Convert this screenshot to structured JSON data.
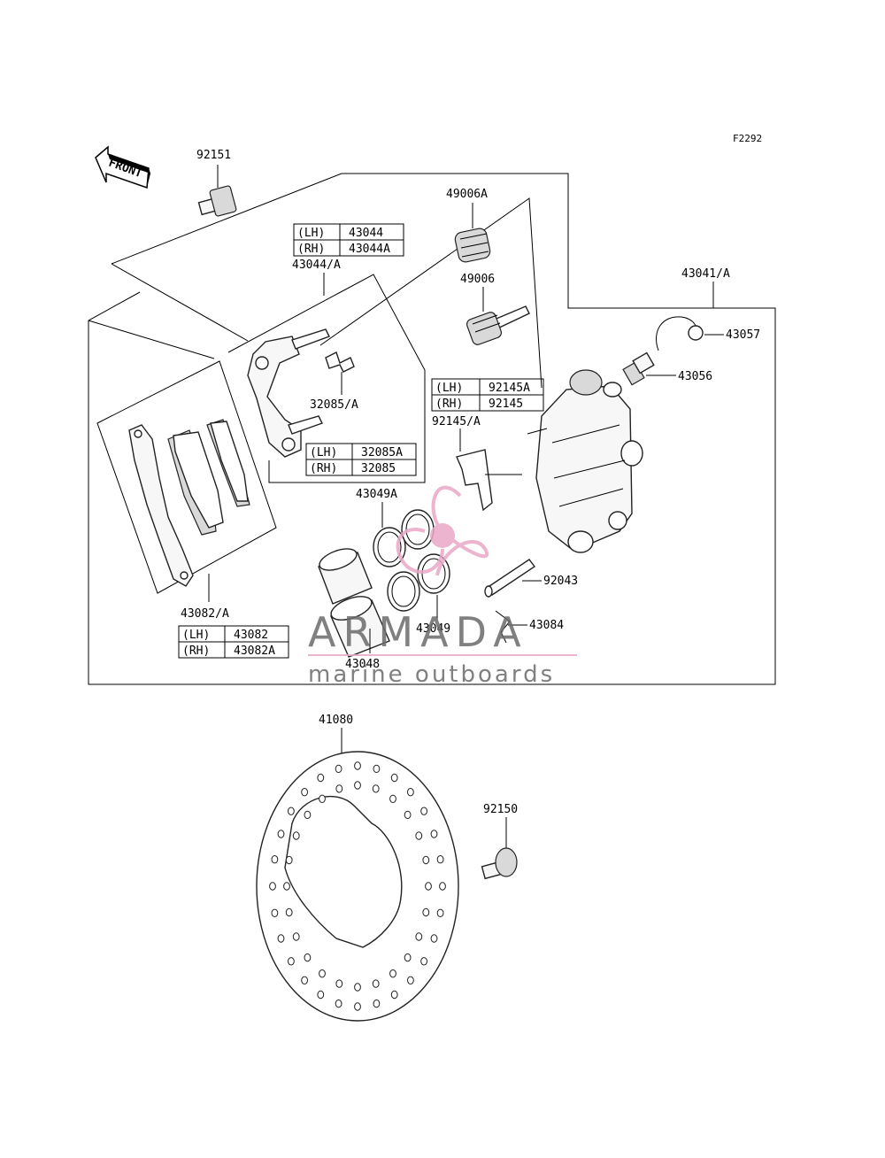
{
  "figure_ref": "F2292",
  "front_label": "FRONT",
  "parts": {
    "p92151": "92151",
    "p49006A": "49006A",
    "p49006": "49006",
    "p43044A": "43044/A",
    "p43041A": "43041/A",
    "p43057": "43057",
    "p43056": "43056",
    "p32085A": "32085/A",
    "p92145A": "92145/A",
    "p43049A": "43049A",
    "p92043": "92043",
    "p43084": "43084",
    "p43049": "43049",
    "p43048": "43048",
    "p43082A": "43082/A",
    "p41080": "41080",
    "p92150": "92150"
  },
  "tables": {
    "t43044": {
      "lh_tag": "(LH)",
      "lh": "43044",
      "rh_tag": "(RH)",
      "rh": "43044A"
    },
    "t32085": {
      "lh_tag": "(LH)",
      "lh": "32085A",
      "rh_tag": "(RH)",
      "rh": "32085"
    },
    "t92145": {
      "lh_tag": "(LH)",
      "lh": "92145A",
      "rh_tag": "(RH)",
      "rh": "92145"
    },
    "t43082": {
      "lh_tag": "(LH)",
      "lh": "43082",
      "rh_tag": "(RH)",
      "rh": "43082A"
    }
  },
  "watermark": {
    "brand": "ARMADA",
    "tagline": "marine outboards",
    "pink": "#e9a8c6",
    "grey": "#6b6b6b"
  }
}
